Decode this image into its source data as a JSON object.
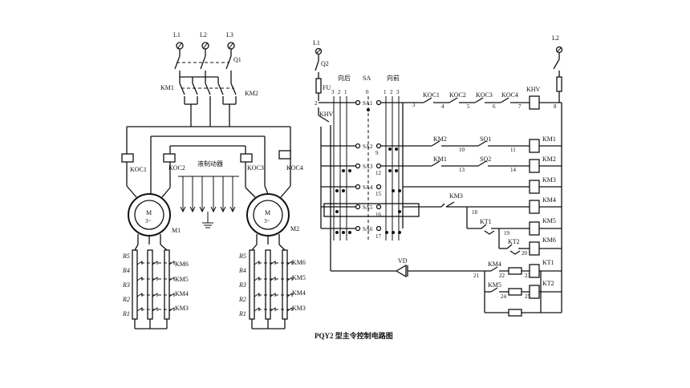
{
  "caption": "PQY2 型主令控制电路图",
  "left_circuit": {
    "phases": [
      "L1",
      "L2",
      "L3"
    ],
    "switch": "Q1",
    "contactors": [
      "KM1",
      "KM2"
    ],
    "relays": [
      "KOC1",
      "KOC2",
      "KOC3",
      "KOC4"
    ],
    "brake_label": "液制动器",
    "motors": [
      {
        "name": "M",
        "sub": "3~",
        "tag": "M1"
      },
      {
        "name": "M",
        "sub": "3~",
        "tag": "M2"
      }
    ],
    "resistors": [
      "R5",
      "R4",
      "R3",
      "R2",
      "R1"
    ],
    "resistor_contactors": [
      "KM6",
      "KM5",
      "KM4",
      "KM3"
    ]
  },
  "right_circuit": {
    "supply_left": "L1",
    "supply_right": "L2",
    "switch": "Q2",
    "fuse": "FU",
    "khv_left": "KHV",
    "controller": {
      "label": "SA",
      "back": "向后",
      "forward": "向前",
      "zero": "0",
      "back_positions": [
        "3",
        "2",
        "1"
      ],
      "forward_positions": [
        "1",
        "2",
        "3"
      ],
      "contacts": [
        "SA1",
        "SA2",
        "SA3",
        "SA4",
        "SA5",
        "SA6"
      ]
    },
    "overcurrent": [
      "KOC1",
      "KOC2",
      "KOC3",
      "KOC4"
    ],
    "khv_right": "KHV",
    "coils": [
      "KM1",
      "KM2",
      "KM3",
      "KM4",
      "KM5",
      "KM6",
      "KT1",
      "KT2"
    ],
    "interlocks": [
      "KM2",
      "SQ1",
      "KM1",
      "SQ2"
    ],
    "km3_contact": "KM3",
    "kt1_contact": "KT1",
    "kt2_contact": "KT2",
    "km4_contact": "KM4",
    "km5_contact": "KM5",
    "diode": "VD",
    "nodes": [
      "2",
      "3",
      "4",
      "5",
      "6",
      "7",
      "8",
      "9",
      "10",
      "11",
      "12",
      "13",
      "14",
      "15",
      "16",
      "17",
      "18",
      "19",
      "20",
      "21",
      "22",
      "23",
      "24",
      "25"
    ]
  }
}
